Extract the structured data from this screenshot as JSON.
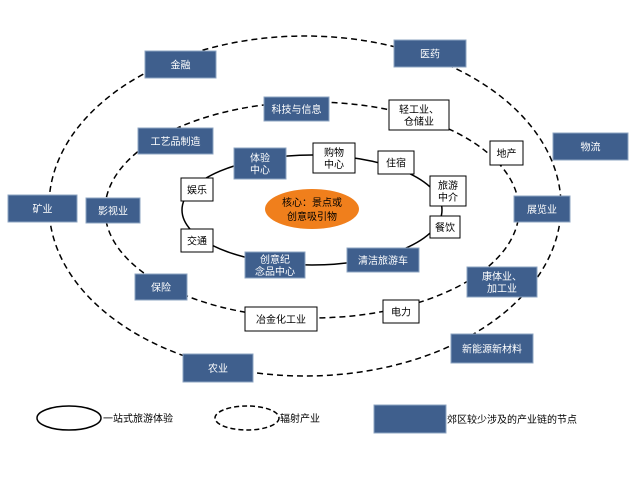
{
  "core": {
    "line1": "核心：景点或",
    "line2": "创意吸引物"
  },
  "inner_nodes": [
    {
      "id": "tiyan",
      "lines": [
        "体验",
        "中心"
      ],
      "style": "filled"
    },
    {
      "id": "gouwu",
      "lines": [
        "购物",
        "中心"
      ],
      "style": "white"
    },
    {
      "id": "zhusu",
      "lines": [
        "住宿"
      ],
      "style": "white"
    },
    {
      "id": "lvyou",
      "lines": [
        "旅游",
        "中介"
      ],
      "style": "white"
    },
    {
      "id": "canyin",
      "lines": [
        "餐饮"
      ],
      "style": "white"
    },
    {
      "id": "qingjie",
      "lines": [
        "清洁旅游车"
      ],
      "style": "filled"
    },
    {
      "id": "chuangyi",
      "lines": [
        "创意纪",
        "念品中心"
      ],
      "style": "filled"
    },
    {
      "id": "jiaotong",
      "lines": [
        "交通"
      ],
      "style": "white"
    },
    {
      "id": "yule",
      "lines": [
        "娱乐"
      ],
      "style": "white"
    }
  ],
  "middle_nodes": [
    {
      "id": "keji",
      "lines": [
        "科技与信息"
      ],
      "style": "filled"
    },
    {
      "id": "qinggong",
      "lines": [
        "轻工业、",
        "仓储业"
      ],
      "style": "white"
    },
    {
      "id": "dichan",
      "lines": [
        "地产"
      ],
      "style": "white"
    },
    {
      "id": "zhanlan",
      "lines": [
        "展览业"
      ],
      "style": "filled"
    },
    {
      "id": "kangti",
      "lines": [
        "康体业、",
        "加工业"
      ],
      "style": "filled"
    },
    {
      "id": "dianli",
      "lines": [
        "电力"
      ],
      "style": "white"
    },
    {
      "id": "yejin",
      "lines": [
        "冶金化工业"
      ],
      "style": "white"
    },
    {
      "id": "baoxian",
      "lines": [
        "保险"
      ],
      "style": "filled"
    },
    {
      "id": "yingshi",
      "lines": [
        "影视业"
      ],
      "style": "filled"
    },
    {
      "id": "gongyi",
      "lines": [
        "工艺品制造"
      ],
      "style": "filled"
    }
  ],
  "outer_nodes": [
    {
      "id": "jinrong",
      "lines": [
        "金融"
      ],
      "style": "filled"
    },
    {
      "id": "yiyao",
      "lines": [
        "医药"
      ],
      "style": "filled"
    },
    {
      "id": "wuliu",
      "lines": [
        "物流"
      ],
      "style": "filled"
    },
    {
      "id": "xinneng",
      "lines": [
        "新能源新材料"
      ],
      "style": "filled"
    },
    {
      "id": "nongye",
      "lines": [
        "农业"
      ],
      "style": "filled"
    },
    {
      "id": "kuangye",
      "lines": [
        "矿业"
      ],
      "style": "filled"
    }
  ],
  "legend": {
    "solid_label": "一站式旅游体验",
    "dashed_label": "辐射产业",
    "box_label": "郊区较少涉及的产业链的节点"
  },
  "colors": {
    "node_fill": "#3f5f8d",
    "node_stroke": "#8ea4c2",
    "core_fill": "#f07f1c",
    "line": "#000000",
    "text": "#000000"
  }
}
